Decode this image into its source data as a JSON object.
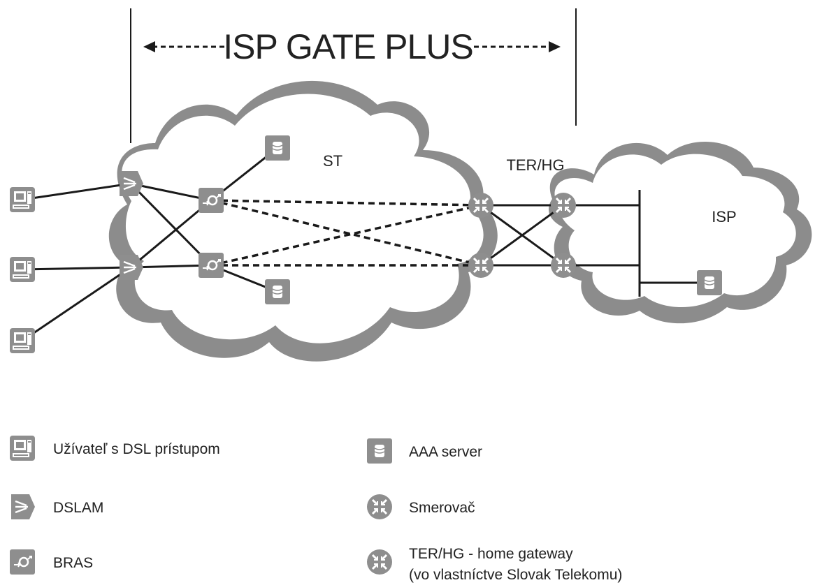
{
  "title": "ISP GATE PLUS",
  "clouds": {
    "st_label": "ST",
    "isp_label": "ISP"
  },
  "ter_hg_label": "TER/HG",
  "legend": {
    "user": "Užívateľ s DSL prístupom",
    "dslam": "DSLAM",
    "bras": "BRAS",
    "aaa": "AAA server",
    "router": "Smerovač",
    "ter_hg_line1": "TER/HG - home gateway",
    "ter_hg_line2": "(vo vlastníctve Slovak Telekomu)"
  },
  "colors": {
    "cloud_shadow": "#8c8c8c",
    "icon_fill": "#8e8e8e",
    "line": "#1a1a1a"
  },
  "icons": [
    "computer-icon",
    "dslam-icon",
    "bras-icon",
    "aaa-server-icon",
    "router-icon",
    "home-gateway-icon"
  ]
}
